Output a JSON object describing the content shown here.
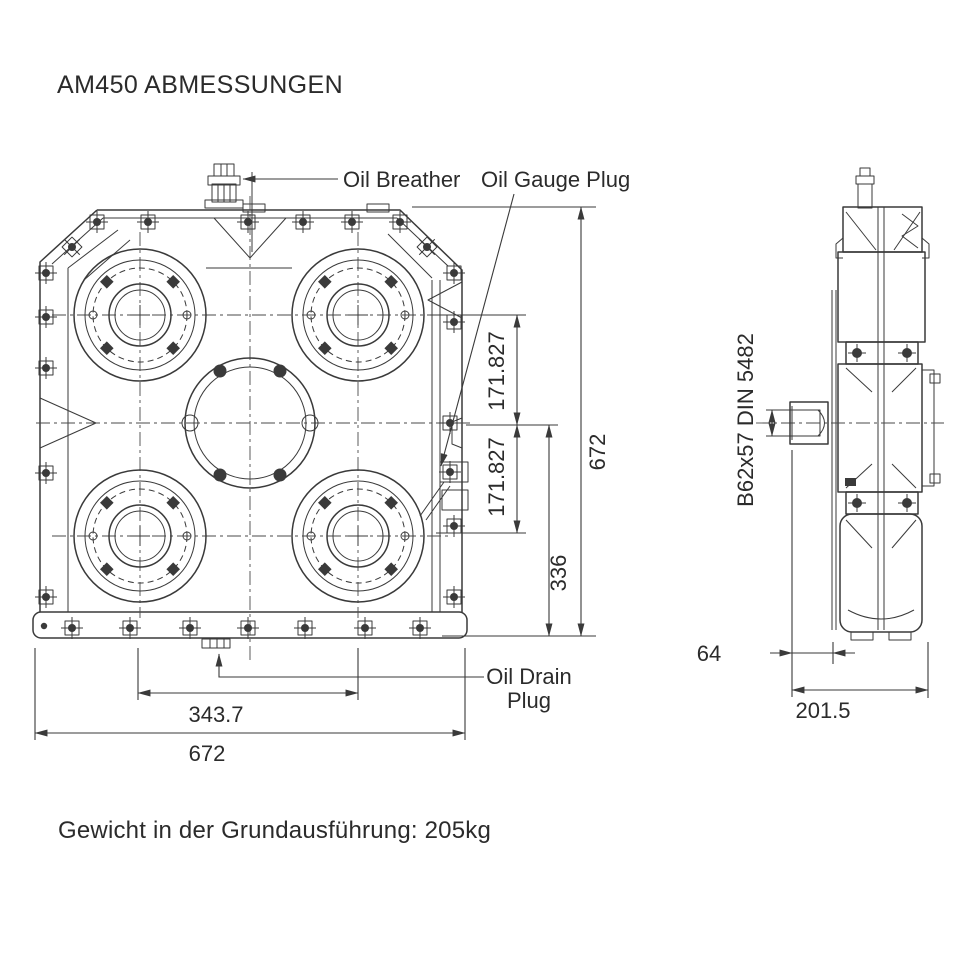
{
  "title": "AM450 ABMESSUNGEN",
  "footer": "Gewicht  in der Grundausführung: 205kg",
  "labels": {
    "oil_breather": "Oil Breather",
    "oil_gauge_plug": "Oil Gauge Plug",
    "oil_drain_line1": "Oil Drain",
    "oil_drain_line2": "Plug"
  },
  "dimensions": {
    "front": {
      "upper_shaft_to_center": "171.827",
      "center_to_lower_shaft": "171.827",
      "center_height": "336",
      "total_height": "672",
      "shaft_spacing": "343.7",
      "total_width": "672"
    },
    "side": {
      "spline": "B62x57 DIN 5482",
      "shaft_protrusion": "64",
      "total_depth": "201.5"
    }
  },
  "colors": {
    "line": "#3a3a3a",
    "text": "#2b2b2b",
    "background": "#ffffff"
  }
}
